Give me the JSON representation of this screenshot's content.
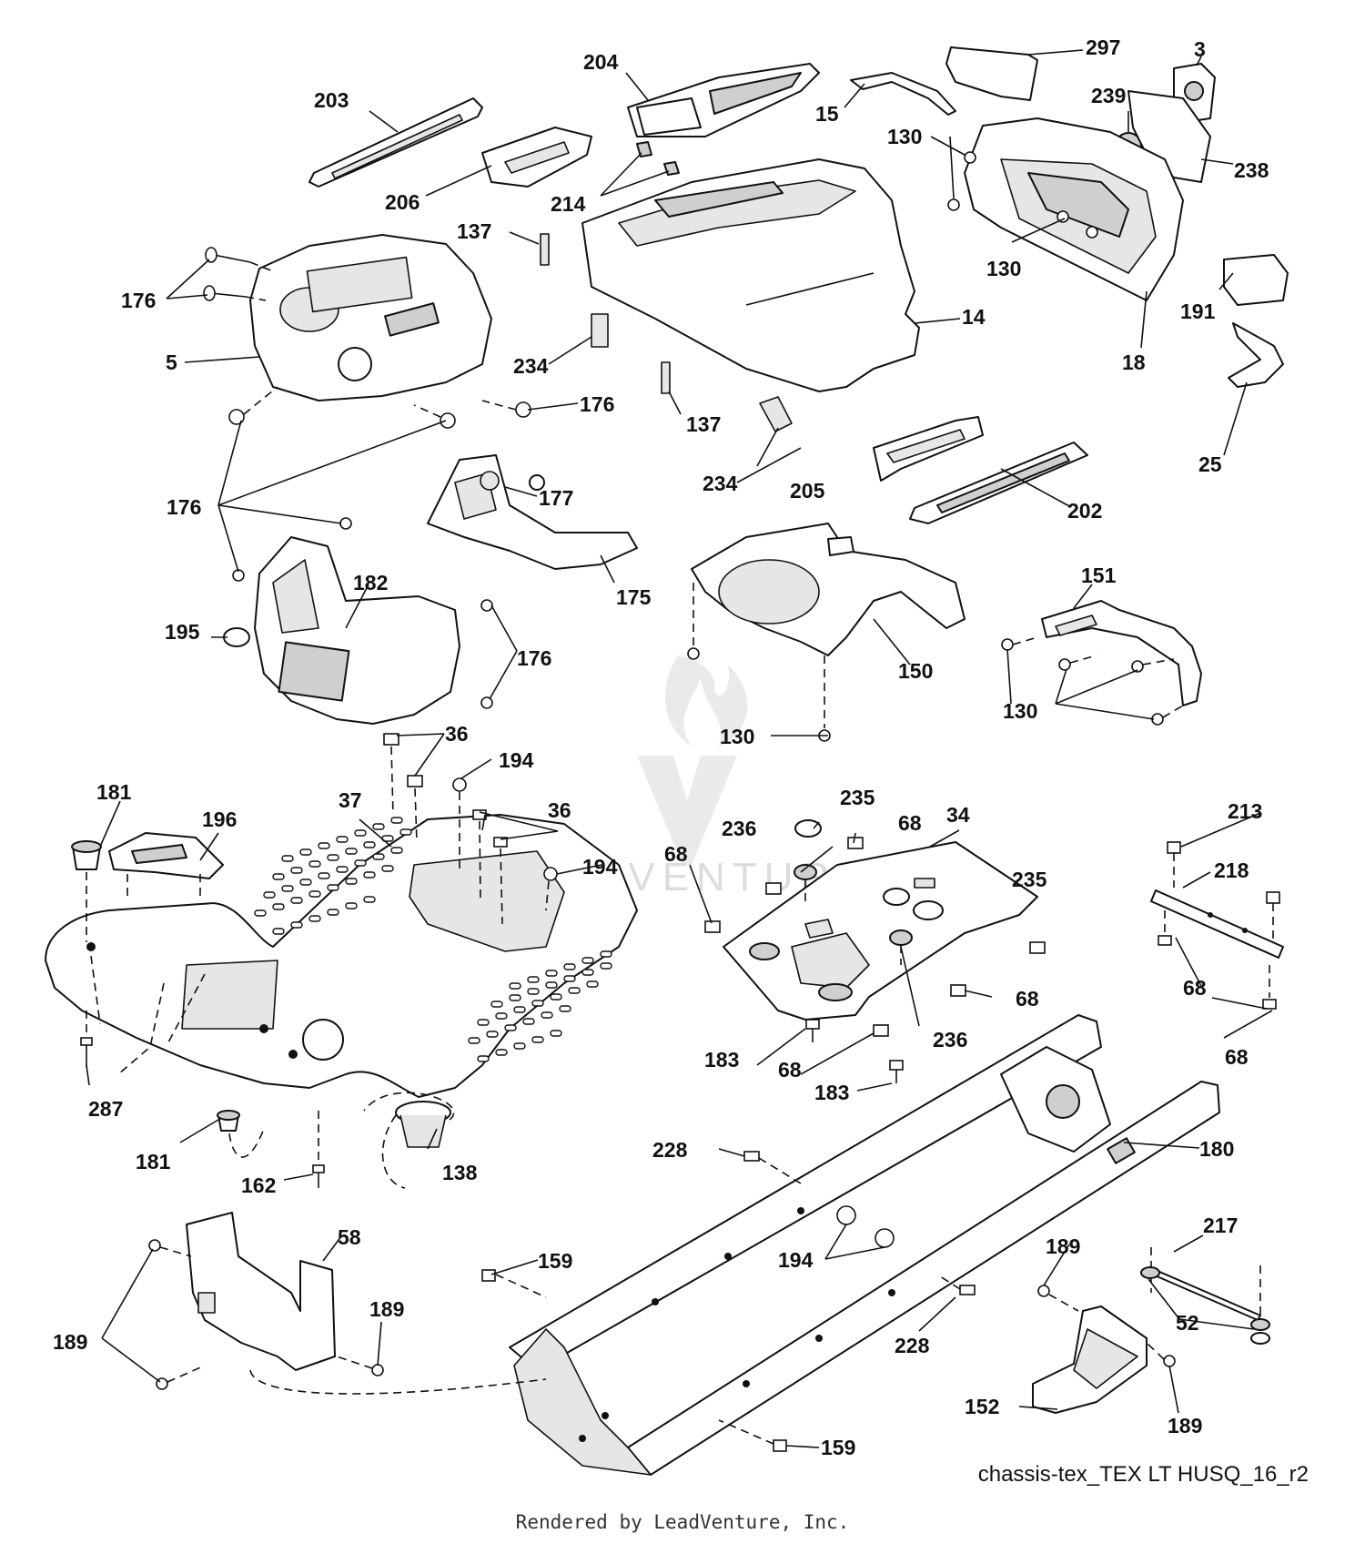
{
  "drawing_id": "chassis-tex_TEX LT HUSQ_16_r2",
  "credit": "Rendered by LeadVenture, Inc.",
  "watermark": "LEADVENTURE",
  "colors": {
    "line": "#111111",
    "watermark": "#d9d9d9",
    "background": "#ffffff"
  },
  "callouts": [
    "203",
    "204",
    "297",
    "3",
    "239",
    "15",
    "130",
    "238",
    "206",
    "214",
    "137",
    "176",
    "5",
    "14",
    "130",
    "191",
    "18",
    "234",
    "176",
    "137",
    "25",
    "176",
    "234",
    "205",
    "202",
    "177",
    "175",
    "151",
    "182",
    "195",
    "176",
    "150",
    "130",
    "130",
    "36",
    "194",
    "181",
    "196",
    "37",
    "36",
    "194",
    "235",
    "68",
    "34",
    "236",
    "68",
    "235",
    "213",
    "218",
    "68",
    "68",
    "236",
    "183",
    "68",
    "183",
    "68",
    "287",
    "181",
    "138",
    "162",
    "228",
    "180",
    "58",
    "189",
    "159",
    "194",
    "189",
    "217",
    "52",
    "189",
    "228",
    "152",
    "189",
    "159"
  ]
}
